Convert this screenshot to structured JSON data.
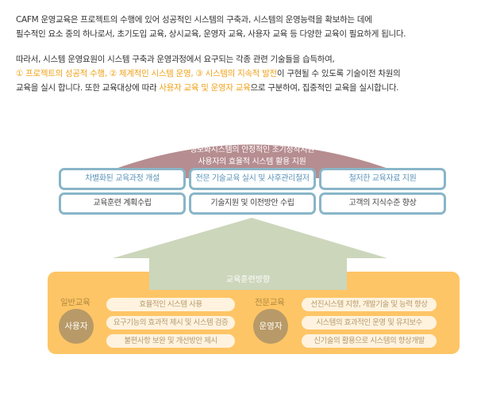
{
  "intro": {
    "line1": "CAFM 운영교육은 프로젝트의 수행에 있어 성공적인 시스템의 구축과, 시스템의 운영능력을 확보하는 데에",
    "line2": "필수적인 요소 중의 하나로서, 초기도입 교육, 상시교육, 운영자 교육, 사용자 교육 등 다양한 교육이 필요하게 됩니다.",
    "line3": "따라서, 시스템 운영요원이 시스템 구축과 운영과정에서 요구되는 각종 관련 기술들을 습득하여,",
    "line4_hl1": "① 프로젝트의 성공적 수행, ② 체계적인 시스템 운영, ③ 시스템의 지속적 발전",
    "line4_rest": "이 구현될 수 있도록 기술이전 차원의",
    "line5_a": "교육을 실시 합니다.  또한 교육대상에 따라 ",
    "line5_hl": "사용자 교육 및 운영자 교육",
    "line5_b": "으로 구분하여, 집중적인 교육을 실시합니다."
  },
  "goal": {
    "line1": "정보화시스템의 안정적인 조기정착지원",
    "line2": "사용자의 효율적 시스템 활용 지원"
  },
  "boxes_top": [
    "차별화된 교육과정 개설",
    "전문 기술교육 실시 및 사후관리철저",
    "철저한 교육자료 지원"
  ],
  "boxes_bottom": [
    "교육훈련 계획수립",
    "기술지원 및 이전방안 수립",
    "고객의 지식수준 향상"
  ],
  "panel": {
    "title": "교육훈련방향",
    "left": {
      "category": "일반교육",
      "role": "사용자",
      "items": [
        "효율적인 시스템 사용",
        "요구기능의 효과적 제시 및 시스템 검증",
        "불편사항 보완 및 개선방안 제시"
      ]
    },
    "right": {
      "category": "전문교육",
      "role": "운영자",
      "items": [
        "선진시스템 지향, 개발기술 및 능력 향상",
        "시스템의 효과적인 운영 및 유지보수",
        "신기술의 활용으로 시스템의 향상개발"
      ]
    }
  },
  "colors": {
    "dome": "#b68d90",
    "box_border": "#89b5c8",
    "arrow": "#ccd6bb",
    "panel": "#fec566",
    "highlight": "#f0a21c"
  }
}
